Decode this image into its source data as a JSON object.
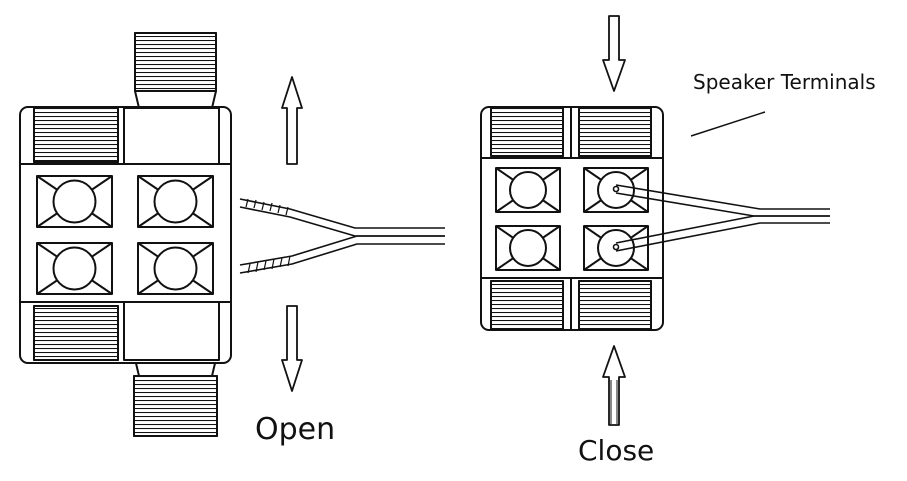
{
  "labels": {
    "open": "Open",
    "close": "Close",
    "speaker_terminals": "Speaker Terminals"
  },
  "colors": {
    "stroke": "#111111",
    "background": "#ffffff"
  },
  "icons": [
    "arrow-up-icon",
    "arrow-down-icon"
  ]
}
